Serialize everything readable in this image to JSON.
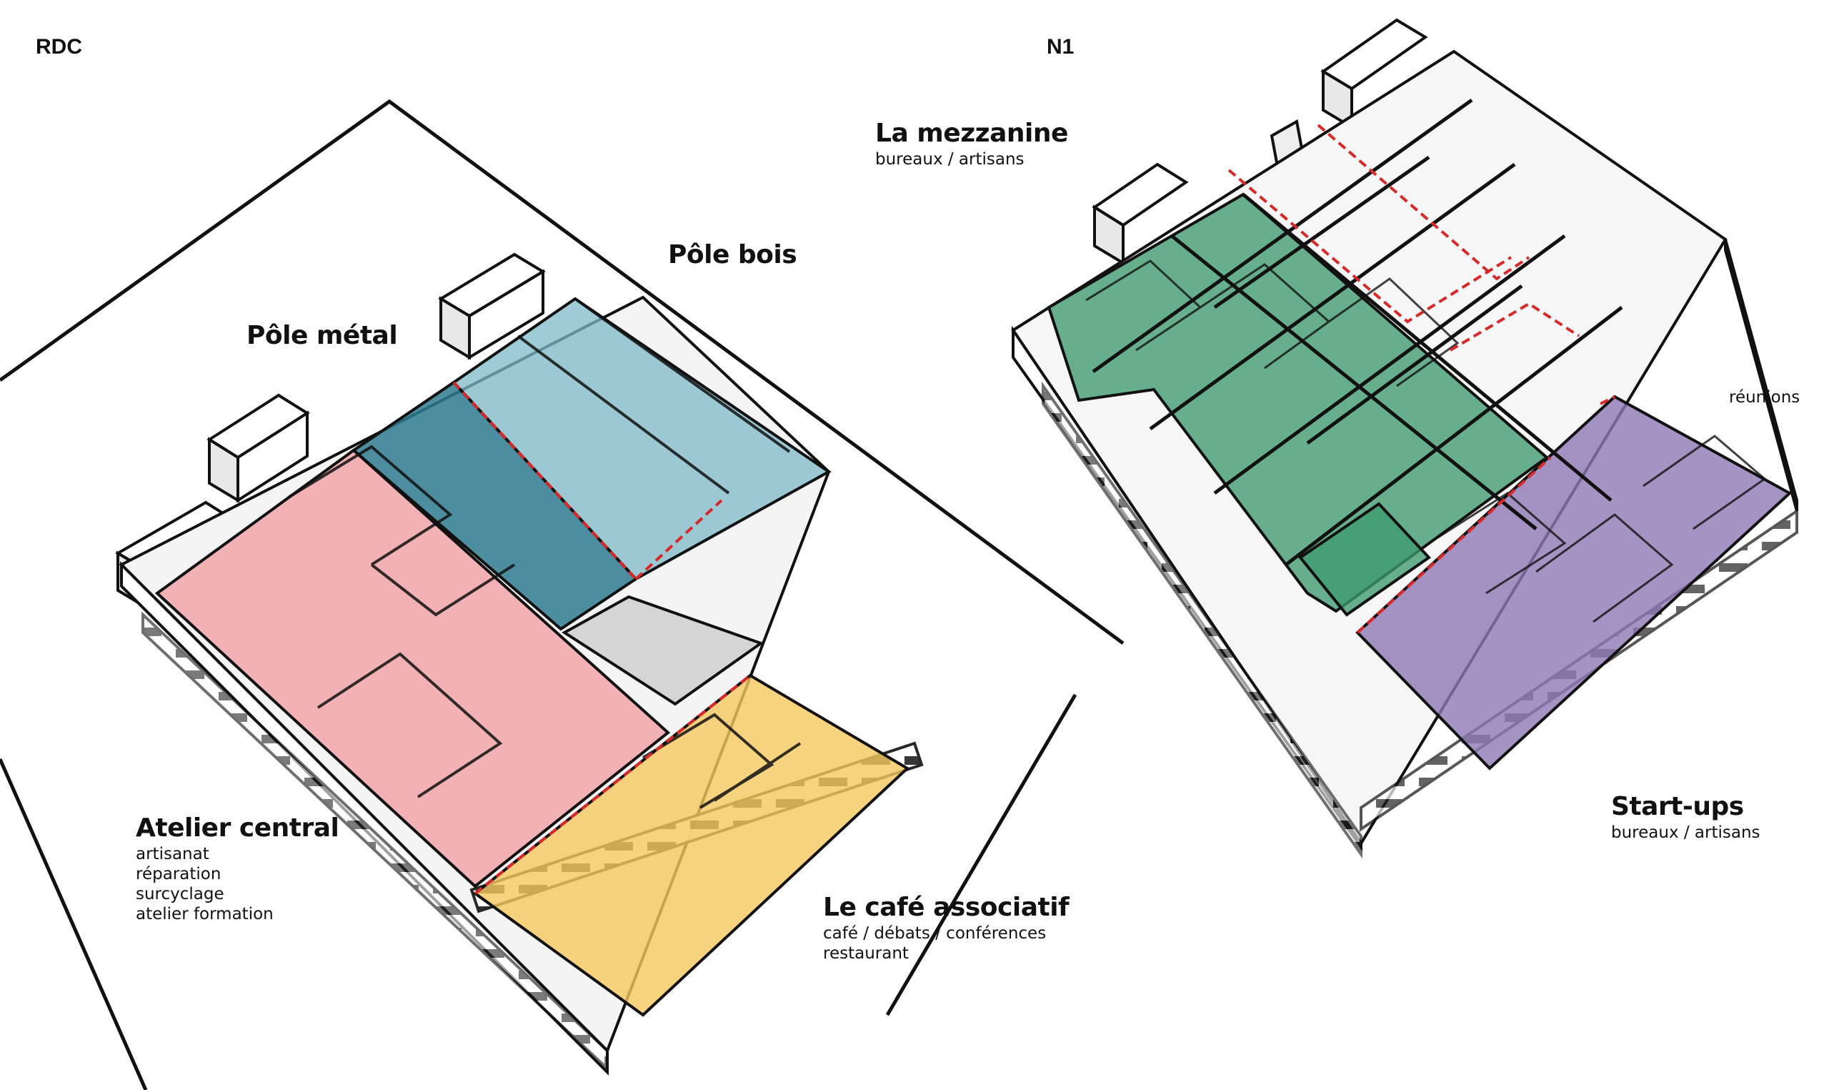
{
  "levels": {
    "ground": "RDC",
    "first": "N1"
  },
  "zones": {
    "pole_bois": {
      "title": "Pôle bois",
      "color": "#7fb9c8"
    },
    "pole_metal": {
      "title": "Pôle métal",
      "color": "#2f7a91"
    },
    "atelier_central": {
      "title": "Atelier central",
      "lines": [
        "artisanat",
        "réparation",
        "surcyclage",
        "atelier formation"
      ],
      "color": "#f19ea1"
    },
    "cafe": {
      "title": "Le café associatif",
      "lines": [
        "café / débats / conférences",
        "restaurant"
      ],
      "color": "#f6c85f"
    },
    "mezzanine": {
      "title": "La mezzanine",
      "lines": [
        "bureaux / artisans"
      ],
      "color": "#3f9b6e"
    },
    "reunions": {
      "title": "réunions"
    },
    "startups": {
      "title": "Start-ups",
      "lines": [
        "bureaux / artisans"
      ],
      "color": "#8e78b5"
    }
  },
  "accent_red": "#d62a2a"
}
